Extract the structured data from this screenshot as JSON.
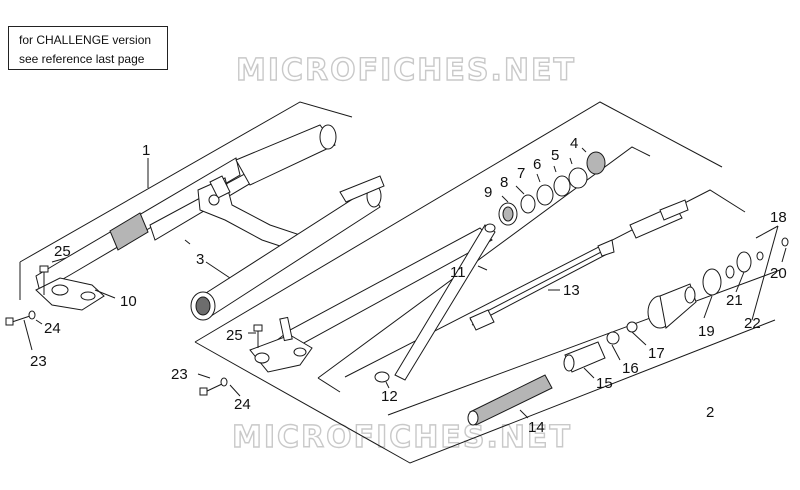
{
  "note": {
    "line1": "for CHALLENGE version",
    "line2": "see reference last page"
  },
  "watermark": {
    "top": "MICROFICHES.NET",
    "bottom": "MICROFICHES.NET"
  },
  "callouts": {
    "c1": "1",
    "c2": "2",
    "c3": "3",
    "c4": "4",
    "c5": "5",
    "c6": "6",
    "c7": "7",
    "c8": "8",
    "c9": "9",
    "c10": "10",
    "c11": "11",
    "c12": "12",
    "c13": "13",
    "c14": "14",
    "c15": "15",
    "c16": "16",
    "c17": "17",
    "c18": "18",
    "c19": "19",
    "c20": "20",
    "c21": "21",
    "c22": "22",
    "c23a": "23",
    "c24a": "24",
    "c25a": "25",
    "c23b": "23",
    "c24b": "24",
    "c25b": "25"
  }
}
